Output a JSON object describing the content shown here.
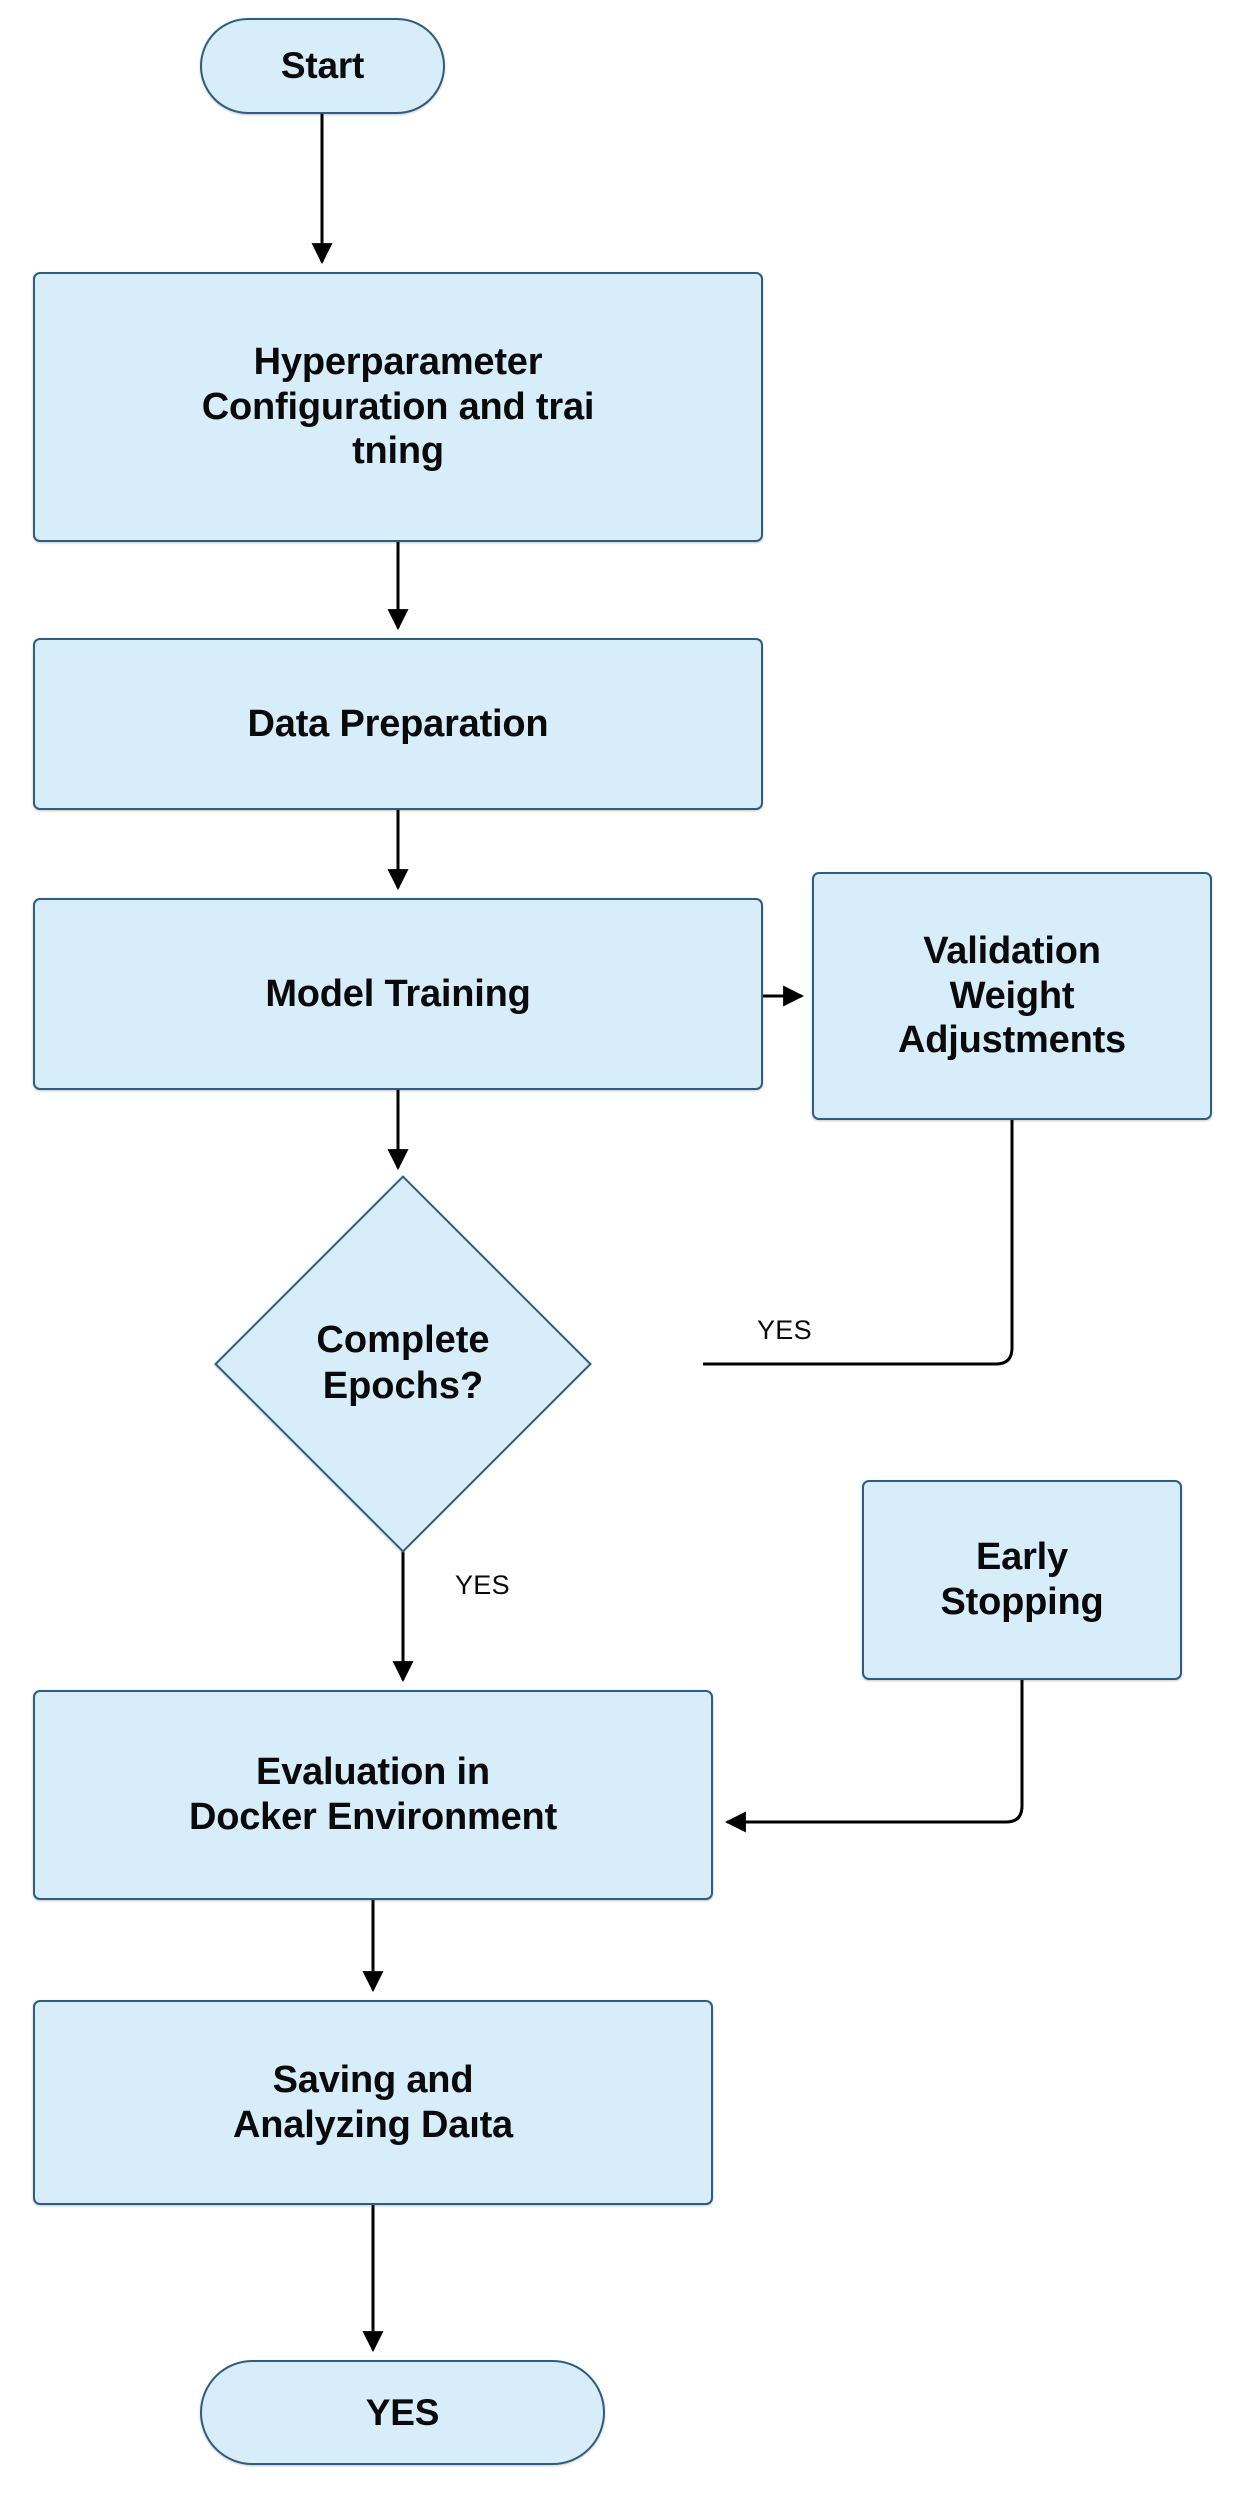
{
  "diagram": {
    "title": "Model Training Workflow Flowchart",
    "colors": {
      "node_fill": "#d8edfa",
      "node_border": "#2d5d80",
      "text": "#0a0a0a",
      "edge": "#000000",
      "background": "#ffffff"
    },
    "nodes": [
      {
        "id": "start",
        "shape": "terminal",
        "label": "Start"
      },
      {
        "id": "hyper",
        "shape": "process",
        "label": "Hyperparameter\nConfiguration and trai\ntning"
      },
      {
        "id": "data",
        "shape": "process",
        "label": "Data Preparation"
      },
      {
        "id": "train",
        "shape": "process",
        "label": "Model Training"
      },
      {
        "id": "validation",
        "shape": "process",
        "label": "Validation\nWeight\nAdjustments"
      },
      {
        "id": "decision",
        "shape": "decision",
        "label": "Complete\nEpochs?"
      },
      {
        "id": "early",
        "shape": "process",
        "label": "Early\nStopping"
      },
      {
        "id": "eval",
        "shape": "process",
        "label": "Evaluation in\nDocker Environment"
      },
      {
        "id": "saving",
        "shape": "process",
        "label": "Saving and\nAnalyzing Daıta"
      },
      {
        "id": "end",
        "shape": "terminal",
        "label": "YES"
      }
    ],
    "edges": [
      {
        "from": "start",
        "to": "hyper",
        "label": ""
      },
      {
        "from": "hyper",
        "to": "data",
        "label": ""
      },
      {
        "from": "data",
        "to": "train",
        "label": ""
      },
      {
        "from": "train",
        "to": "validation",
        "label": ""
      },
      {
        "from": "train",
        "to": "decision",
        "label": ""
      },
      {
        "from": "validation",
        "to": "decision",
        "label": "YES"
      },
      {
        "from": "decision",
        "to": "eval",
        "label": "YES"
      },
      {
        "from": "early",
        "to": "eval",
        "label": ""
      },
      {
        "from": "eval",
        "to": "saving",
        "label": ""
      },
      {
        "from": "saving",
        "to": "end",
        "label": ""
      }
    ],
    "edge_labels": {
      "validation_to_decision": "YES",
      "decision_to_eval": "YES"
    }
  }
}
